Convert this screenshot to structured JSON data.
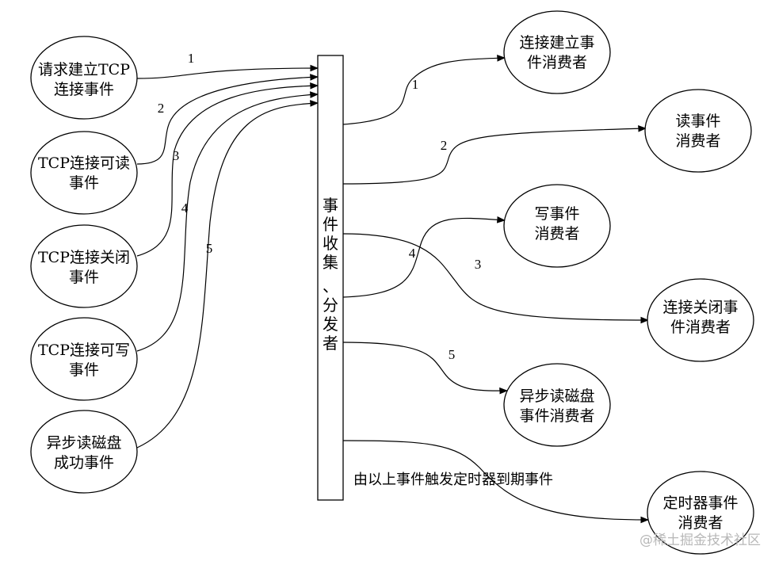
{
  "center": {
    "label_chars": [
      "事",
      "件",
      "收",
      "集",
      "、",
      "分",
      "发",
      "者"
    ]
  },
  "sources": [
    {
      "lines": [
        "请求建立TCP",
        "连接事件"
      ],
      "edge_label": "1"
    },
    {
      "lines": [
        "TCP连接可读",
        "事件"
      ],
      "edge_label": "2"
    },
    {
      "lines": [
        "TCP连接关闭",
        "事件"
      ],
      "edge_label": "3"
    },
    {
      "lines": [
        "TCP连接可写",
        "事件"
      ],
      "edge_label": "4"
    },
    {
      "lines": [
        "异步读磁盘",
        "成功事件"
      ],
      "edge_label": "5"
    }
  ],
  "consumers": [
    {
      "lines": [
        "连接建立事",
        "件消费者"
      ],
      "edge_label": "1"
    },
    {
      "lines": [
        "读事件",
        "消费者"
      ],
      "edge_label": "2"
    },
    {
      "lines": [
        "写事件",
        "消费者"
      ],
      "edge_label": "4"
    },
    {
      "lines": [
        "连接关闭事",
        "件消费者"
      ],
      "edge_label": "3"
    },
    {
      "lines": [
        "异步读磁盘",
        "事件消费者"
      ],
      "edge_label": "5"
    },
    {
      "lines": [
        "定时器事件",
        "消费者"
      ],
      "edge_label": ""
    }
  ],
  "timer_note": "由以上事件触发定时器到期事件",
  "watermark": "@稀土掘金技术社区"
}
